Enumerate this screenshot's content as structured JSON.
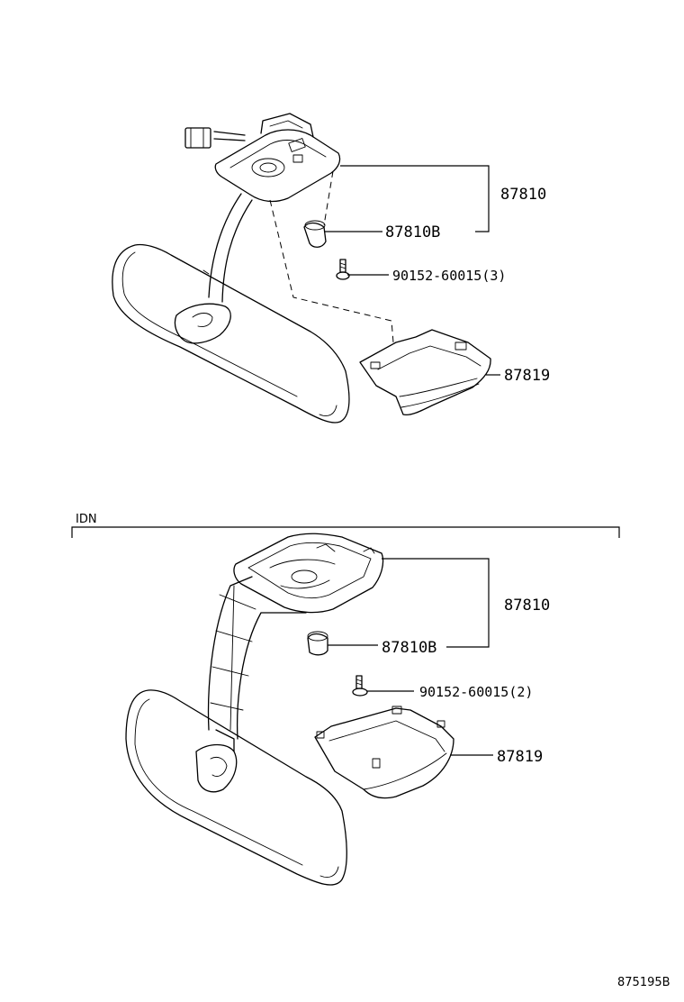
{
  "top_view": {
    "labels": {
      "mirror_assembly": "87810",
      "bulb": "87810B",
      "screw": "90152-60015(3)",
      "cover": "87819"
    }
  },
  "variant_section": {
    "title": "IDN",
    "labels": {
      "mirror_assembly": "87810",
      "bulb": "87810B",
      "screw": "90152-60015(2)",
      "cover": "87819"
    }
  },
  "diagram_code": "875195B"
}
